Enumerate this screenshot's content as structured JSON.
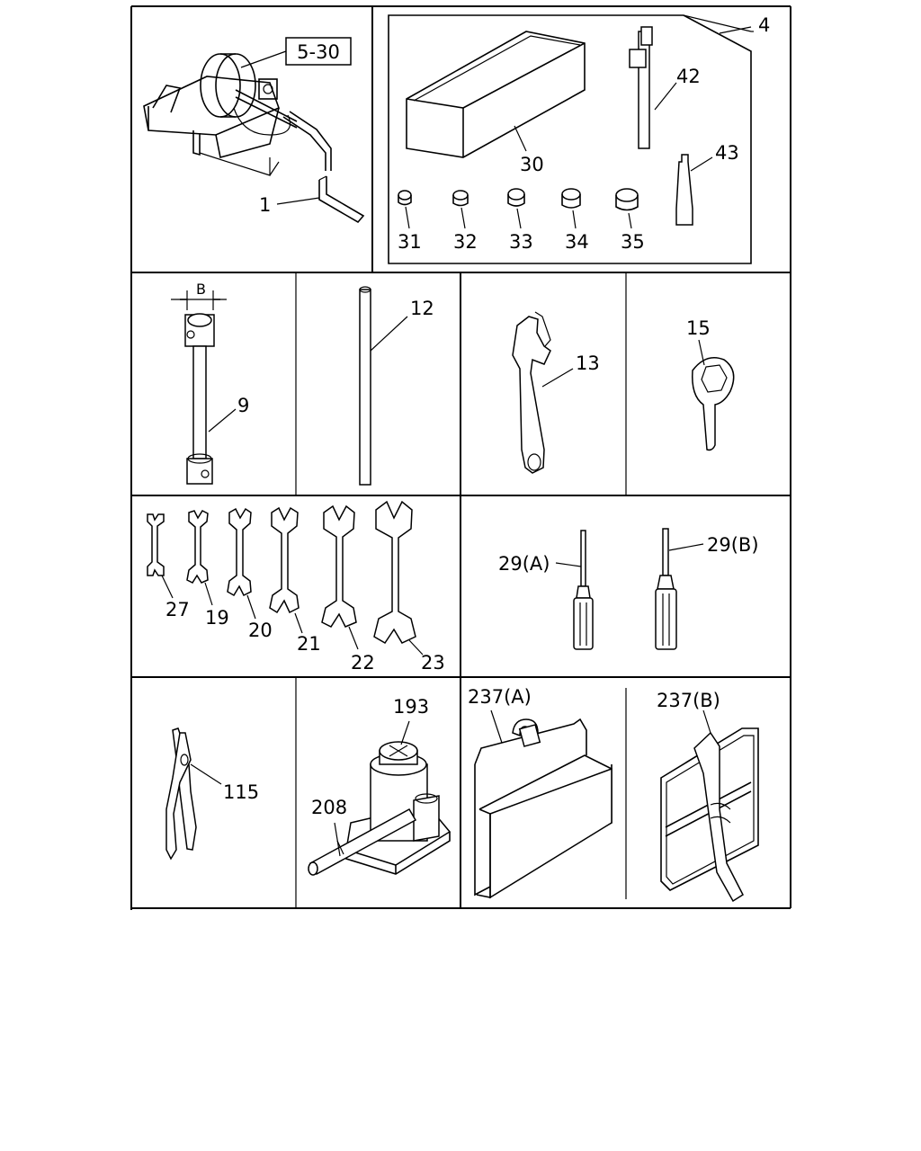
{
  "labels": {
    "ref_5_30": "5-30",
    "p1": "1",
    "p4": "4",
    "p30": "30",
    "p42": "42",
    "p43": "43",
    "p31": "31",
    "p32": "32",
    "p33": "33",
    "p34": "34",
    "p35": "35",
    "dimB": "B",
    "p9": "9",
    "p12": "12",
    "p13": "13",
    "p15": "15",
    "p27": "27",
    "p19": "19",
    "p20": "20",
    "p21": "21",
    "p22": "22",
    "p23": "23",
    "p29A": "29(A)",
    "p29B": "29(B)",
    "p115": "115",
    "p193": "193",
    "p208": "208",
    "p237A": "237(A)",
    "p237B": "237(B)"
  }
}
